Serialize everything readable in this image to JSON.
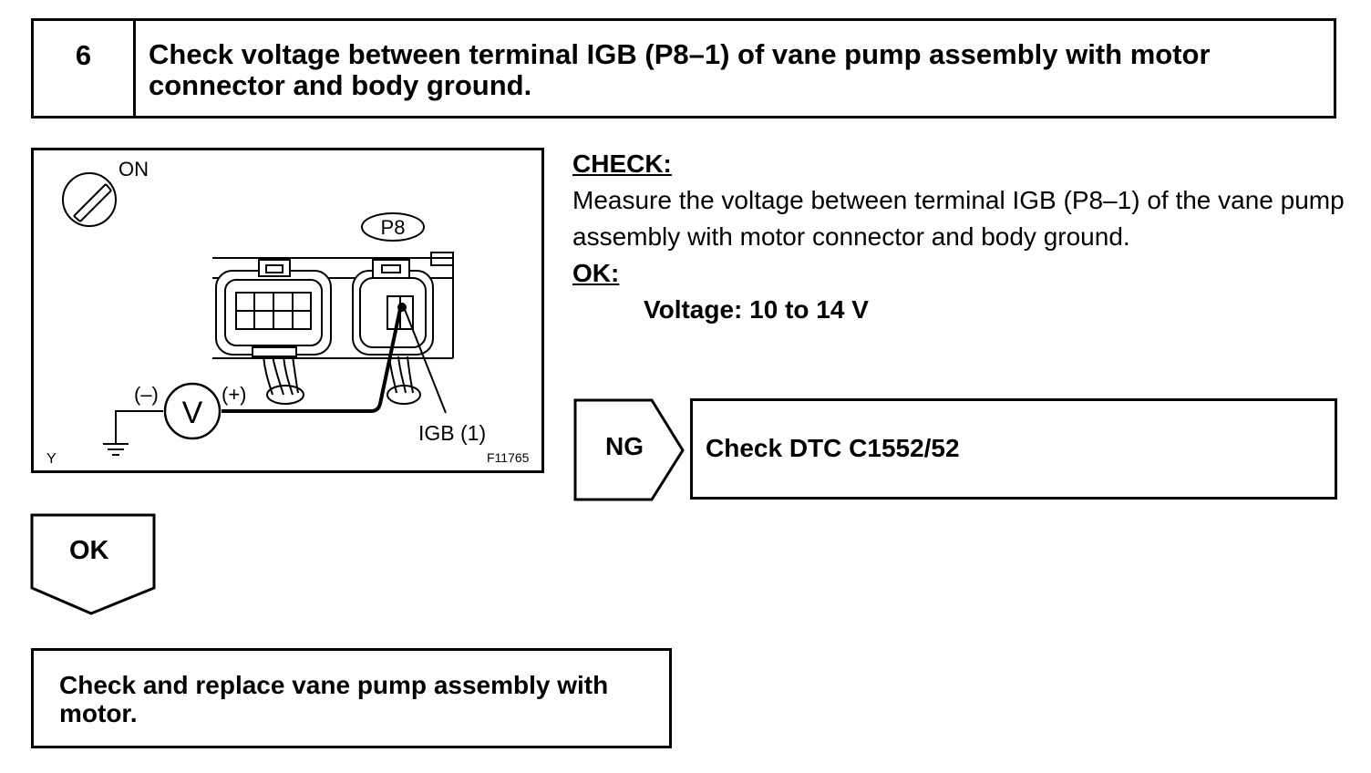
{
  "step": {
    "number": "6",
    "title": "Check voltage between terminal IGB (P8–1) of vane pump assembly with motor connector and body ground."
  },
  "diagram": {
    "ignition_label": "ON",
    "connector_label": "P8",
    "negative_label": "(–)",
    "positive_label": "(+)",
    "meter_label": "V",
    "terminal_label": "IGB (1)",
    "corner_code": "Y",
    "figure_id": "F11765",
    "icons": [
      "ignition-switch-icon",
      "voltmeter-icon",
      "ground-symbol-icon",
      "connector-icon"
    ]
  },
  "check": {
    "heading": "CHECK:",
    "instruction": "Measure the voltage between terminal IGB (P8–1) of the vane pump assembly with motor connector and body ground.",
    "ok_heading": "OK:",
    "ok_spec": "Voltage: 10 to 14 V"
  },
  "ng_branch": {
    "label": "NG",
    "result": "Check DTC C1552/52"
  },
  "ok_branch": {
    "label": "OK"
  },
  "final_action": {
    "text": "Check and replace vane pump assembly with motor."
  }
}
